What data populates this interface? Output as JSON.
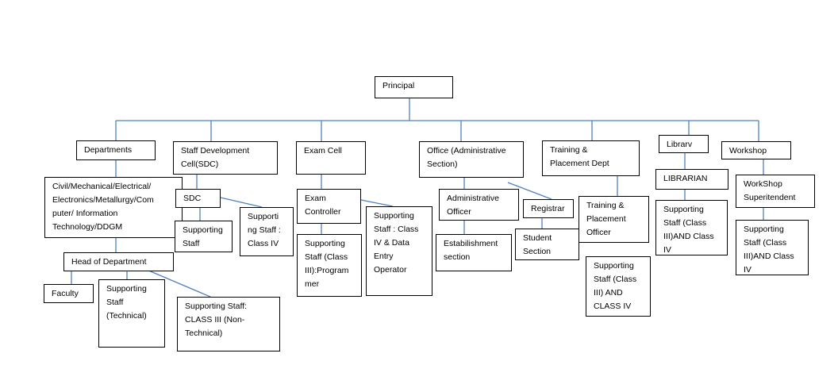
{
  "nodes": {
    "principal": "Principal",
    "departments": "Departments",
    "branches": "Civil/Mechanical/Electrical/\nElectronics/Metallurgy/Com\nputer/ Information\nTechnology/DDGM",
    "head_of_department": "Head of Department",
    "faculty": "Faculty",
    "supporting_staff_technical": "Supporting\nStaff\n(Technical)",
    "supporting_staff_non_technical": "Supporting Staff:\nCLASS III (Non-\nTechnical)",
    "staff_development_cell": "Staff Development\nCell(SDC)",
    "sdc": "SDC",
    "sdc_supporting_staff_class": "Supporting\nStaff (Class",
    "sdc_supporting_staff_class_iv": "Supporti\nng Staff :\nClass IV",
    "exam_cell": "Exam Cell",
    "exam_controller": "Exam\nController",
    "exam_supporting_staff_programmer": "Supporting\nStaff (Class\nIII):Program\nmer",
    "exam_supporting_staff_data_entry": "Supporting\nStaff : Class\nIV & Data\nEntry\nOperator",
    "office": "Office (Administrative\nSection)",
    "administrative_officer": "Administrative\nOfficer",
    "registrar": "Registrar",
    "establishment_section": "Estabilishment\nsection",
    "student_section": "Student\nSection",
    "training_placement_dept": "Training &\nPlacement Dept",
    "training_placement_officer": "Training &\nPlacement\nOfficer",
    "training_supporting_staff": "Supporting\nStaff (Class\nIII) AND\nCLASS IV",
    "library": "Librarv",
    "librarian": "LIBRARIAN",
    "library_supporting_staff": "Supporting\nStaff (Class\nIII)AND Class\nIV",
    "workshop": "Workshop",
    "workshop_superintendent": "WorkShop\nSuperitendent",
    "workshop_supporting_staff": "Supporting\nStaff (Class\nIII)AND Class\nIV"
  },
  "colors": {
    "connector": "#4f81bd",
    "box_border": "#000000",
    "background": "#ffffff"
  }
}
